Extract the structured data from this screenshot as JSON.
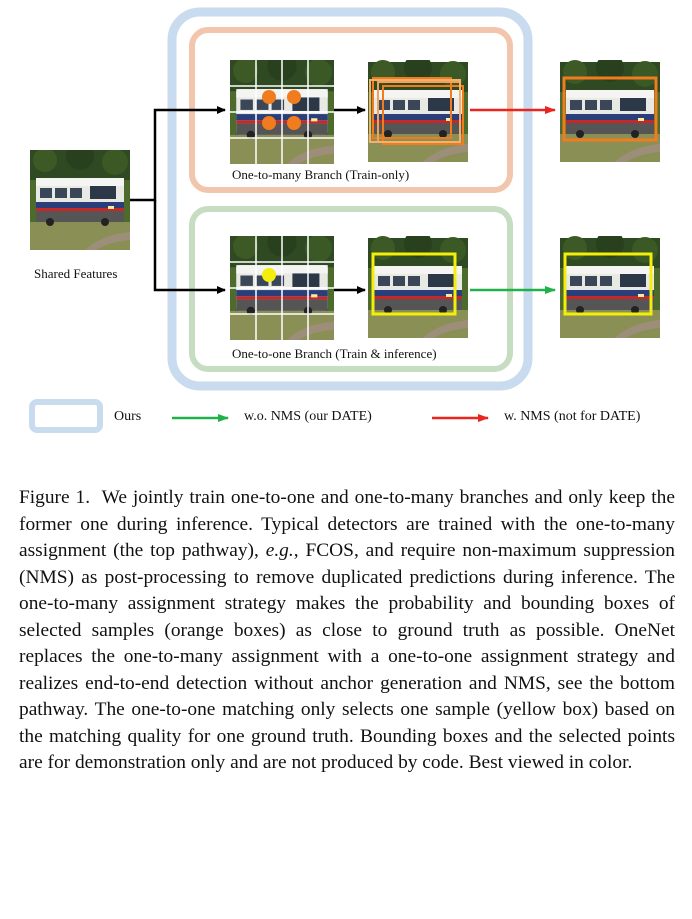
{
  "figure": {
    "shared_features_label": "Shared Features",
    "top_branch_label": "One-to-many Branch (Train-only)",
    "bottom_branch_label": "One-to-one Branch (Train & inference)",
    "legend": {
      "ours": "Ours",
      "green_arrow": "w.o. NMS (our DATE)",
      "red_arrow": "w. NMS (not for DATE)"
    },
    "colors": {
      "ours_border": "#c9dbee",
      "top_branch": "#f2c5ad",
      "bottom_branch": "#c6ddc1",
      "orange_box": "#f07c1e",
      "yellow_box": "#f4ee0a",
      "green_arrow": "#21b14a",
      "red_arrow": "#e8251f"
    }
  },
  "caption": {
    "figure_label": "Figure 1.",
    "text_1": "We jointly train one-to-one and one-to-many branches and only keep the former one during inference. Typical detec­tors are trained with the one-to-many assignment (the top path­way),",
    "eg": "e.g.",
    "text_2": ", FCOS, and require non-maximum suppression (NMS) as post-processing to remove duplicated predictions during infer­ence. The one-to-many assignment strategy makes the probability and bounding boxes of selected samples (orange boxes) as close to ground truth as possible. OneNet replaces the one-to-many as­signment with a one-to-one assignment strategy and realizes end-to-end detection without anchor generation and NMS, see the bot­tom pathway. The one-to-one matching only selects one sample (yellow box) based on the matching quality for one ground truth. Bounding boxes and the selected points are for demonstration only and are not produced by code. Best viewed in color."
  }
}
